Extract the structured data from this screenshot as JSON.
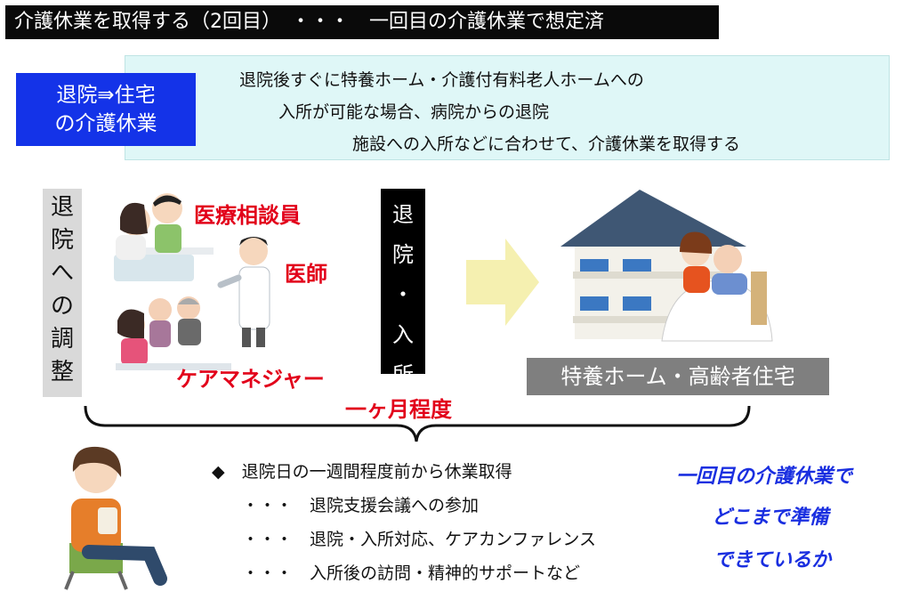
{
  "title": "介護休業を取得する（2回目）　・・・　一回目の介護休業で想定済",
  "phase": {
    "line1": "退院⇛住宅",
    "line2": "の介護休業"
  },
  "info": [
    "退院後すぐに特養ホーム・介護付有料老人ホームへの",
    "入所が可能な場合、病院からの退院",
    "施設への入所などに合わせて、介護休業を取得する"
  ],
  "adjust_label": [
    "退",
    "院",
    "へ",
    "の",
    "調",
    "整"
  ],
  "roles": {
    "medical_counselor": "医療相談員",
    "doctor": "医師",
    "care_manager": "ケアマネジャー"
  },
  "move_label": [
    "退",
    "院",
    "・",
    "入",
    "所"
  ],
  "facility_label": "特養ホーム・高齢者住宅",
  "duration": "一ヶ月程度",
  "bullets": {
    "main": "◆　退院日の一週間程度前から休業取得",
    "items": [
      "・・・　退院支援会議への参加",
      "・・・　退院・入所対応、ケアカンファレンス",
      "・・・　入所後の訪問・精神的サポートなど"
    ]
  },
  "question": [
    "一回目の介護休業で",
    "どこまで準備",
    "できているか"
  ],
  "colors": {
    "title_bg": "#0a0a0a",
    "badge_bg": "#1433e8",
    "info_bg": "#dff7f7",
    "accent_red": "#e2001a",
    "question_blue": "#1a2fe0",
    "arrow": "#f5f0b0"
  }
}
